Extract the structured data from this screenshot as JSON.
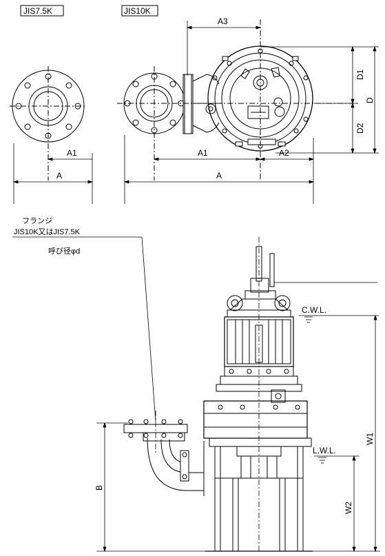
{
  "labels": {
    "jis75": "JIS7.5K",
    "jis10": "JIS10K",
    "a3": "A3",
    "d1": "D1",
    "d": "D",
    "d2": "D2",
    "a1_left": "A1",
    "a_left": "A",
    "a1_right": "A1",
    "a2": "A2",
    "a_right": "A",
    "cwl": "C.W.L.",
    "lwl": "L.W.L.",
    "w1": "W1",
    "w2": "W2",
    "b": "B"
  },
  "flange_note": {
    "line1": "フランジ",
    "line2": "JIS10K又はJIS7.5K",
    "line3": "呼び径φd"
  }
}
